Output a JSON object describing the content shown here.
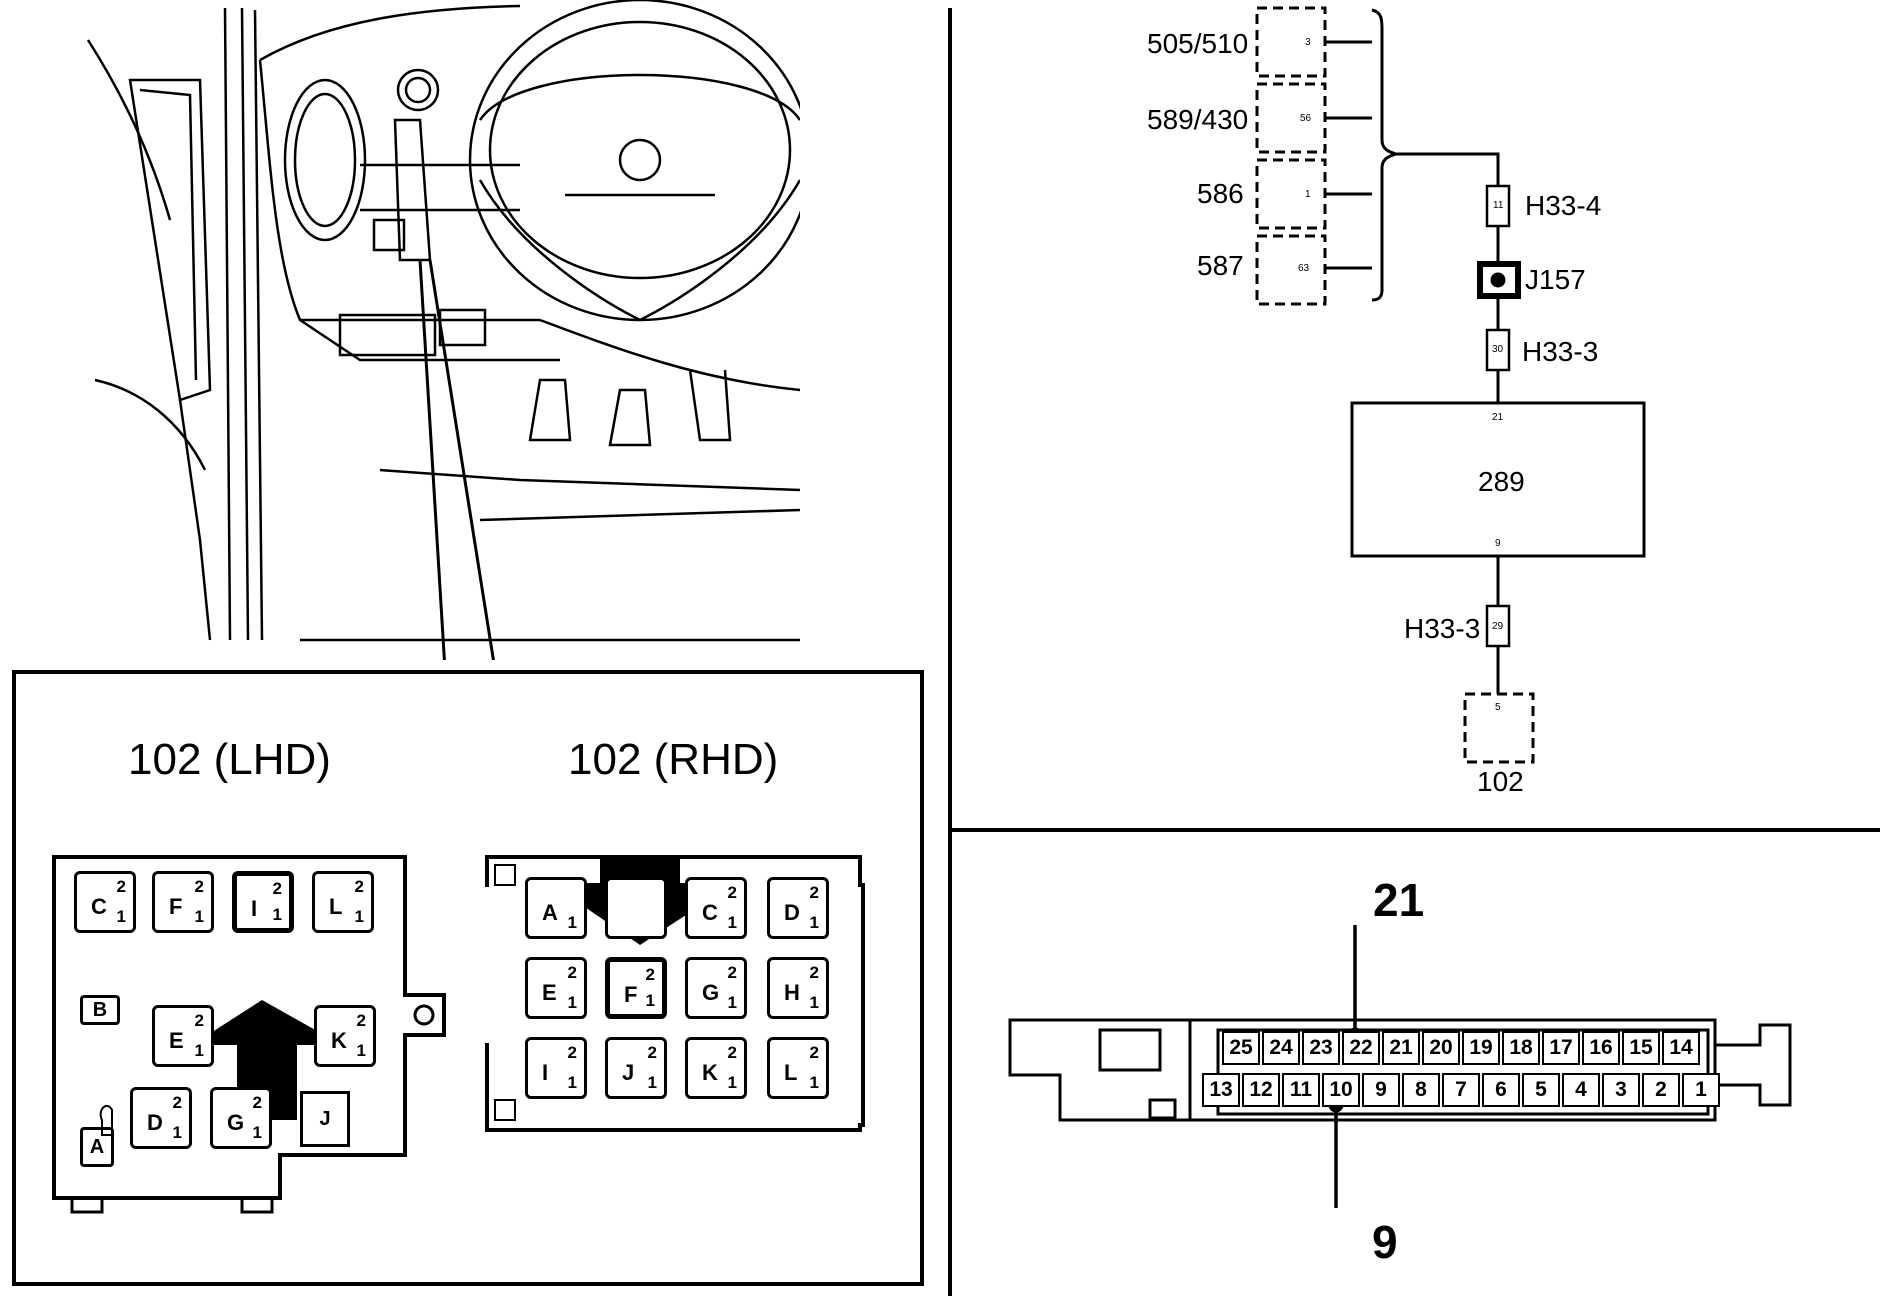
{
  "lhd": {
    "title": "102 (LHD)",
    "fuses": [
      {
        "label": "C",
        "top": "2",
        "bottom": "1",
        "highlight": false
      },
      {
        "label": "F",
        "top": "2",
        "bottom": "1",
        "highlight": false
      },
      {
        "label": "I",
        "top": "2",
        "bottom": "1",
        "highlight": true
      },
      {
        "label": "L",
        "top": "2",
        "bottom": "1",
        "highlight": false
      },
      {
        "label": "E",
        "top": "2",
        "bottom": "1",
        "highlight": false
      },
      {
        "label": "K",
        "top": "2",
        "bottom": "1",
        "highlight": false
      },
      {
        "label": "D",
        "top": "2",
        "bottom": "1",
        "highlight": false
      },
      {
        "label": "G",
        "top": "2",
        "bottom": "1",
        "highlight": false
      }
    ],
    "small_b": "B",
    "small_a": "A",
    "small_j": "J"
  },
  "rhd": {
    "title": "102 (RHD)",
    "fuses": [
      {
        "label": "A",
        "top": "",
        "bottom": "1",
        "highlight": false
      },
      {
        "label": "",
        "top": "",
        "bottom": "",
        "highlight": false
      },
      {
        "label": "C",
        "top": "2",
        "bottom": "1",
        "highlight": false
      },
      {
        "label": "D",
        "top": "2",
        "bottom": "1",
        "highlight": false
      },
      {
        "label": "E",
        "top": "2",
        "bottom": "1",
        "highlight": false
      },
      {
        "label": "F",
        "top": "2",
        "bottom": "1",
        "highlight": true
      },
      {
        "label": "G",
        "top": "2",
        "bottom": "1",
        "highlight": false
      },
      {
        "label": "H",
        "top": "2",
        "bottom": "1",
        "highlight": false
      },
      {
        "label": "I",
        "top": "2",
        "bottom": "1",
        "highlight": false
      },
      {
        "label": "J",
        "top": "2",
        "bottom": "1",
        "highlight": false
      },
      {
        "label": "K",
        "top": "2",
        "bottom": "1",
        "highlight": false
      },
      {
        "label": "L",
        "top": "2",
        "bottom": "1",
        "highlight": false
      }
    ]
  },
  "schematic": {
    "components": [
      {
        "name": "505/510",
        "pin": "3"
      },
      {
        "name": "589/430",
        "pin": "56"
      },
      {
        "name": "586",
        "pin": "1"
      },
      {
        "name": "587",
        "pin": "63"
      }
    ],
    "connector_top": {
      "label": "H33-4",
      "pin": "11"
    },
    "junction": {
      "label": "J157"
    },
    "connector_mid": {
      "label": "H33-3",
      "pin": "30"
    },
    "module": {
      "label": "289",
      "pin_top": "21",
      "pin_bottom": "9"
    },
    "connector_low": {
      "label": "H33-3",
      "pin": "29"
    },
    "fusebox": {
      "label": "102",
      "pin": "5"
    }
  },
  "connector": {
    "top_row": [
      "25",
      "24",
      "23",
      "22",
      "21",
      "20",
      "19",
      "18",
      "17",
      "16",
      "15",
      "14"
    ],
    "bottom_row": [
      "13",
      "12",
      "11",
      "10",
      "9",
      "8",
      "7",
      "6",
      "5",
      "4",
      "3",
      "2",
      "1"
    ],
    "callout_top": "21",
    "callout_bottom": "9"
  }
}
